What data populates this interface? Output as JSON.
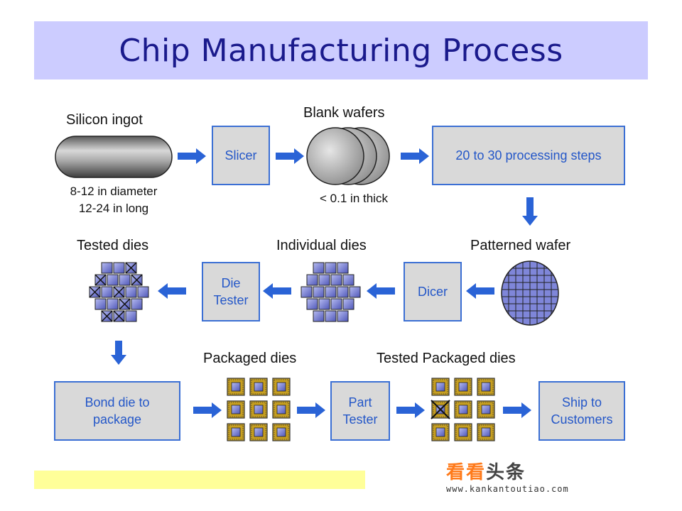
{
  "title": "Chip Manufacturing Process",
  "labels": {
    "silicon_ingot": "Silicon ingot",
    "ingot_diameter": "8-12 in diameter",
    "ingot_length": "12-24 in long",
    "blank_wafers": "Blank wafers",
    "wafer_thickness": "< 0.1 in thick",
    "patterned_wafer": "Patterned wafer",
    "individual_dies": "Individual dies",
    "tested_dies": "Tested dies",
    "packaged_dies": "Packaged dies",
    "tested_packaged_dies": "Tested Packaged dies"
  },
  "steps": {
    "slicer": "Slicer",
    "processing": "20 to 30 processing steps",
    "dicer": "Dicer",
    "die_tester_1": "Die",
    "die_tester_2": "Tester",
    "bond_1": "Bond die to",
    "bond_2": "package",
    "part_tester_1": "Part",
    "part_tester_2": "Tester",
    "ship_1": "Ship to",
    "ship_2": "Customers"
  },
  "colors": {
    "title_bg": "#ccccff",
    "title_text": "#1a1a8c",
    "arrow": "#2a63d6",
    "box_fill": "#d9d9d9",
    "box_border": "#3b6fd4",
    "box_text": "#2457c8",
    "die_fill": "#7f86d9",
    "package_gold": "#c8a020",
    "bottom_bar": "#ffff99"
  },
  "watermark": {
    "cn_orange": "看看",
    "cn_dark": "头条",
    "url": "www.kankantoutiao.com"
  }
}
